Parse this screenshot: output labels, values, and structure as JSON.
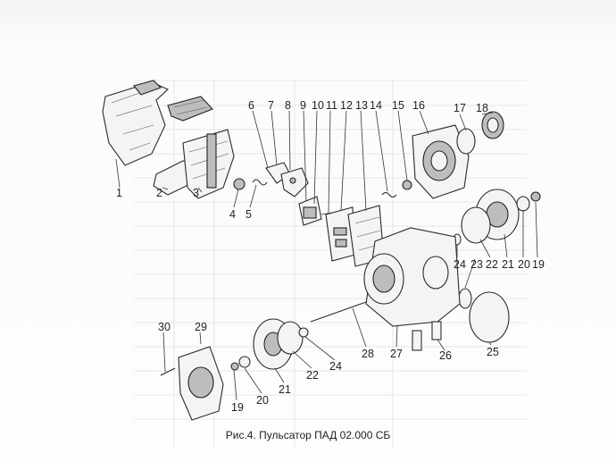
{
  "figure": {
    "caption": "Рис.4. Пульсатор ПАД 02.000 СБ",
    "callouts": [
      "1",
      "2",
      "3",
      "4",
      "5",
      "6",
      "7",
      "8",
      "9",
      "10",
      "11",
      "12",
      "13",
      "14",
      "15",
      "16",
      "17",
      "18",
      "19",
      "20",
      "21",
      "22",
      "23",
      "24",
      "25",
      "26",
      "27",
      "28",
      "29",
      "30",
      "19",
      "20",
      "21",
      "22",
      "24"
    ]
  },
  "colors": {
    "ink": "#2a2a2a",
    "paper": "#fbfbfb",
    "shade": "#bdbdbd"
  }
}
